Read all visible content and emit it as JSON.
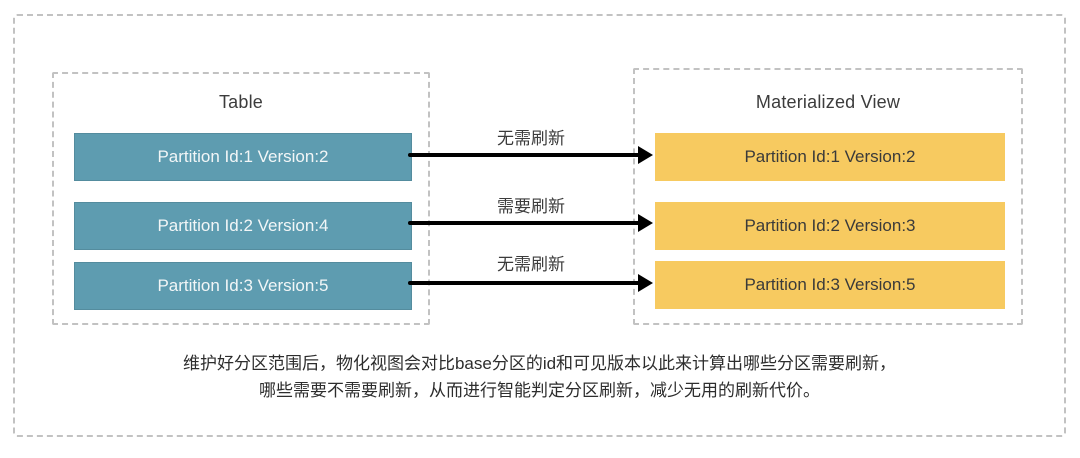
{
  "table_panel": {
    "title": "Table",
    "rows": [
      "Partition Id:1 Version:2",
      "Partition Id:2 Version:4",
      "Partition Id:3 Version:5"
    ]
  },
  "mv_panel": {
    "title": "Materialized View",
    "rows": [
      "Partition Id:1 Version:2",
      "Partition Id:2 Version:3",
      "Partition Id:3 Version:5"
    ]
  },
  "arrows": [
    {
      "label": "无需刷新"
    },
    {
      "label": "需要刷新"
    },
    {
      "label": "无需刷新"
    }
  ],
  "caption": {
    "line1": "维护好分区范围后，物化视图会对比base分区的id和可见版本以此来计算出哪些分区需要刷新，",
    "line2": "哪些需要不需要刷新，从而进行智能判定分区刷新，减少无用的刷新代价。"
  },
  "colors": {
    "table_box": "#5E9CB0",
    "mv_box": "#F7CA60",
    "arrow": "#000000",
    "dashed_border": "#C2C2C2"
  }
}
